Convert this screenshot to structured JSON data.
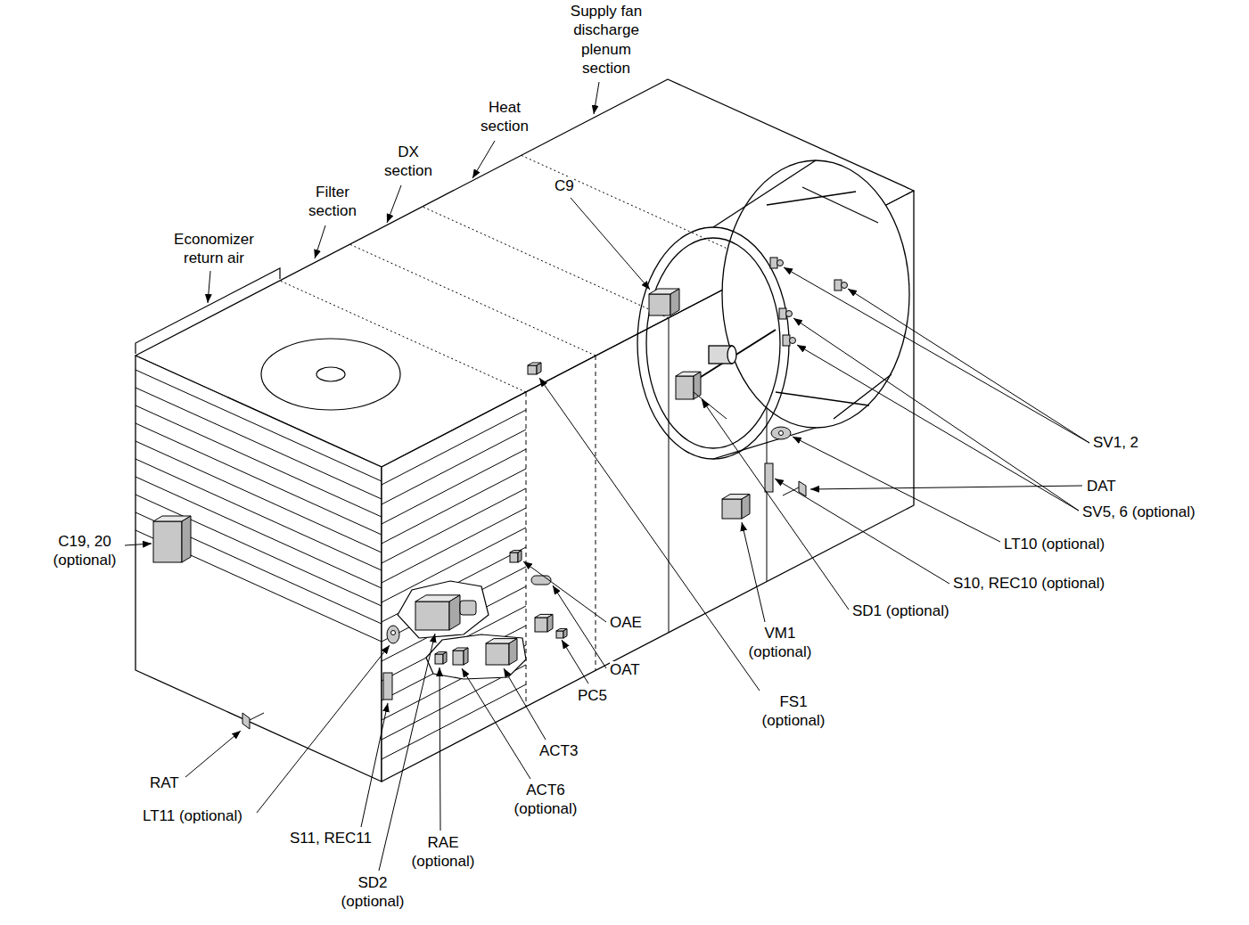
{
  "diagram": {
    "labels": [
      "Supply fan discharge plenum section",
      "Heat section",
      "DX section",
      "Filter section",
      "Economizer return air",
      "C9",
      "SV1, 2",
      "SV5, 6 (optional)",
      "DAT",
      "LT10 (optional)",
      "S10, REC10 (optional)",
      "SD1 (optional)",
      "VM1 (optional)",
      "FS1 (optional)",
      "OAE",
      "OAT",
      "PC5",
      "ACT3",
      "ACT6 (optional)",
      "RAE (optional)",
      "SD2 (optional)",
      "S11, REC11",
      "LT11 (optional)",
      "RAT",
      "C19, 20 (optional)"
    ]
  }
}
